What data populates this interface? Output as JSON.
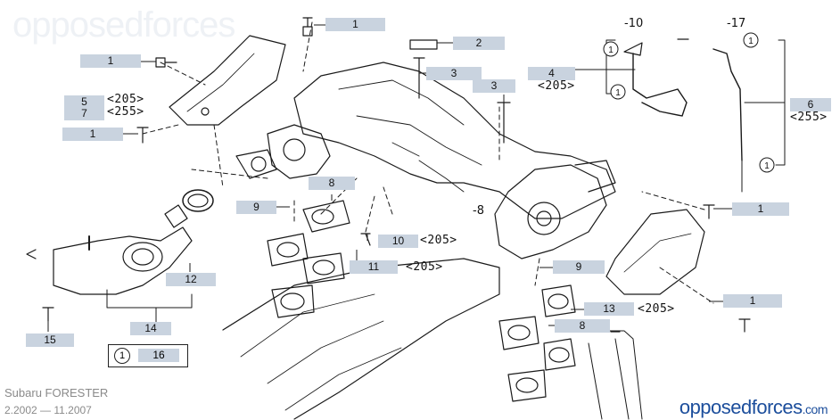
{
  "watermark": "opposedforces",
  "footer": {
    "model": "Subaru FORESTER",
    "years": "2.2002 — 11.2007",
    "brand_main": "opposedforces",
    "brand_tld": ".com"
  },
  "legend": {
    "symbol": "1",
    "number": "16"
  },
  "callouts": [
    {
      "id": "c1a",
      "label": "1"
    },
    {
      "id": "c1b",
      "label": "1"
    },
    {
      "id": "c1c",
      "label": "1"
    },
    {
      "id": "c1d",
      "label": "1"
    },
    {
      "id": "c1e",
      "label": "1"
    },
    {
      "id": "c2",
      "label": "2"
    },
    {
      "id": "c3a",
      "label": "3"
    },
    {
      "id": "c3b",
      "label": "3"
    },
    {
      "id": "c4",
      "label": "4"
    },
    {
      "id": "c5",
      "label": "5"
    },
    {
      "id": "c6",
      "label": "6"
    },
    {
      "id": "c7",
      "label": "7"
    },
    {
      "id": "c8a",
      "label": "8"
    },
    {
      "id": "c8b",
      "label": "8"
    },
    {
      "id": "c9a",
      "label": "9"
    },
    {
      "id": "c9b",
      "label": "9"
    },
    {
      "id": "c10",
      "label": "10"
    },
    {
      "id": "c11",
      "label": "11"
    },
    {
      "id": "c12",
      "label": "12"
    },
    {
      "id": "c13",
      "label": "13"
    },
    {
      "id": "c14",
      "label": "14"
    },
    {
      "id": "c15",
      "label": "15"
    }
  ],
  "codes": {
    "c205_a": "<205>",
    "c255_a": "<255>",
    "c205_b": "<205>",
    "c255_b": "<255>",
    "c205_c": "<205>",
    "c205_d": "<205>",
    "c205_e": "<205>"
  },
  "minus_refs": {
    "m10": "-10",
    "m17": "-17",
    "m8": "-8"
  },
  "circle_symbol": "1"
}
